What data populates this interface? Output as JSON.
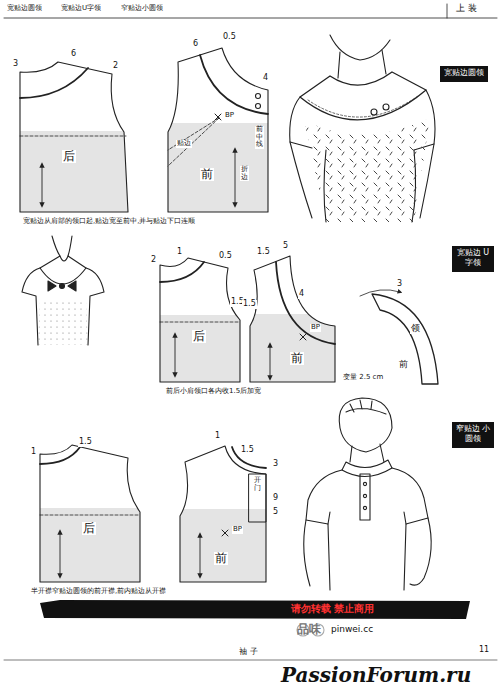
{
  "diagram": {
    "nodes": [
      {
        "text": [
          "宽贴边圆领"
        ]
      },
      {
        "text": [
          "宽贴边 U字领"
        ]
      },
      {
        "text": [
          "窄贴边 小圆领"
        ]
      }
    ],
    "labels": [
      "宽贴边圆领",
      "宽贴边U字领",
      "窄贴边小圆领",
      "上 装",
      "3",
      "6",
      "2",
      "后",
      "6",
      "0.5",
      "4",
      "BP",
      "前",
      "前中线",
      "折边",
      "贴边",
      "宽贴边从肩部的领口起,贴边宽至前中,并与贴边下口连顺",
      "2",
      "1",
      "0.5",
      "后",
      "1.5",
      "1.5",
      "5",
      "4",
      "1.5",
      "BP",
      "前",
      "前后小肩领口各内收1.5后加宽",
      "3",
      "领",
      "前",
      "变量 2.5 cm",
      "1",
      "1.5",
      "后",
      "1",
      "1.5",
      "3",
      "开门",
      "9",
      "5",
      "BP",
      "前",
      "半开襟窄贴边圆领的前开襟,前内贴边从开襟",
      "请勿转载 禁止商用",
      "品味",
      "pinwei.cc",
      "袖 子",
      "11",
      "PassionForum.ru"
    ]
  }
}
